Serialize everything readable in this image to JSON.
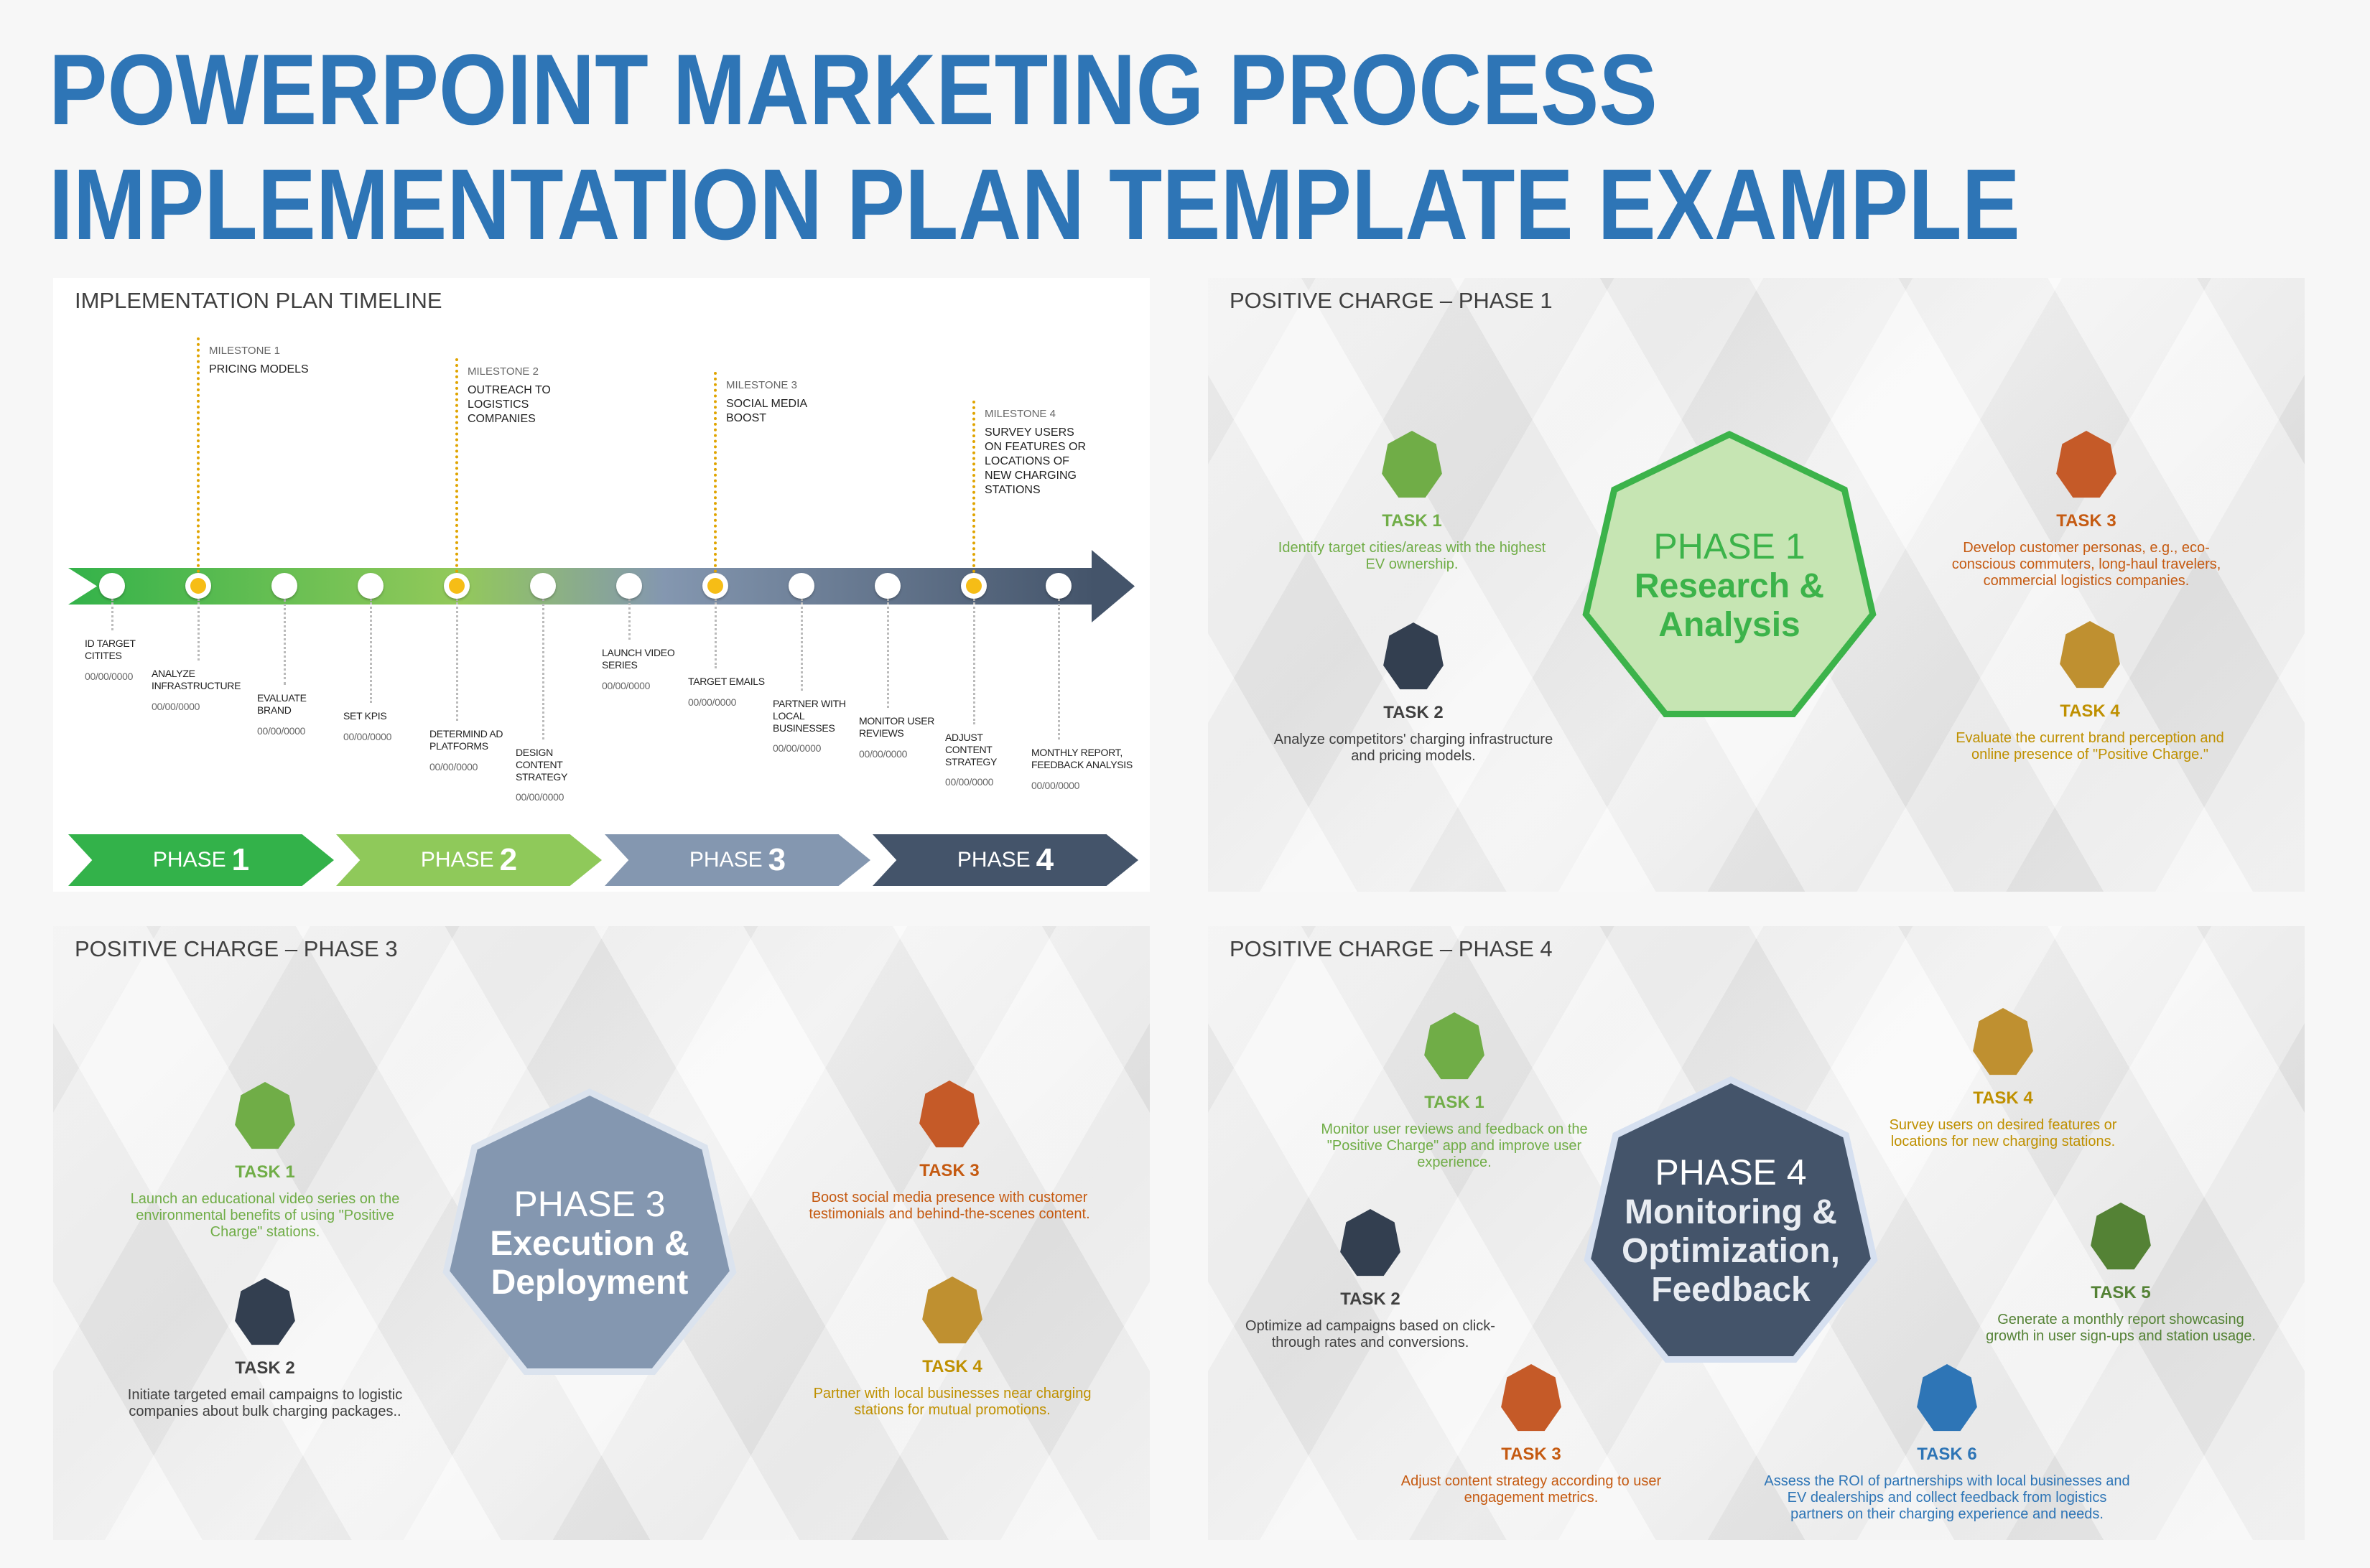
{
  "title": {
    "line1": "POWERPOINT MARKETING PROCESS",
    "line2": "IMPLEMENTATION PLAN TEMPLATE EXAMPLE"
  },
  "timeline": {
    "title": "IMPLEMENTATION PLAN TIMELINE",
    "milestones": [
      {
        "heading": "MILESTONE 1",
        "text": "PRICING MODELS"
      },
      {
        "heading": "MILESTONE 2",
        "text": "OUTREACH TO LOGISTICS COMPANIES"
      },
      {
        "heading": "MILESTONE 3",
        "text": "SOCIAL MEDIA BOOST"
      },
      {
        "heading": "MILESTONE 4",
        "text": "SURVEY USERS ON FEATURES OR LOCATIONS OF NEW CHARGING STATIONS"
      }
    ],
    "items": [
      {
        "label": "ID TARGET CITITES",
        "date": "00/00/0000"
      },
      {
        "label": "ANALYZE INFRASTRUCTURE",
        "date": "00/00/0000"
      },
      {
        "label": "EVALUATE BRAND",
        "date": "00/00/0000"
      },
      {
        "label": "SET KPIS",
        "date": "00/00/0000"
      },
      {
        "label": "DETERMIND AD PLATFORMS",
        "date": "00/00/0000"
      },
      {
        "label": "DESIGN CONTENT STRATEGY",
        "date": "00/00/0000"
      },
      {
        "label": "LAUNCH VIDEO SERIES",
        "date": "00/00/0000"
      },
      {
        "label": "TARGET EMAILS",
        "date": "00/00/0000"
      },
      {
        "label": "PARTNER WITH LOCAL BUSINESSES",
        "date": "00/00/0000"
      },
      {
        "label": "MONITOR USER REVIEWS",
        "date": "00/00/0000"
      },
      {
        "label": "ADJUST CONTENT STRATEGY",
        "date": "00/00/0000"
      },
      {
        "label": "MONTHLY REPORT, FEEDBACK ANALYSIS",
        "date": "00/00/0000"
      }
    ],
    "phases": [
      {
        "word": "PHASE",
        "num": "1",
        "color": "#33b24a"
      },
      {
        "word": "PHASE",
        "num": "2",
        "color": "#8fc95a"
      },
      {
        "word": "PHASE",
        "num": "3",
        "color": "#8497b0"
      },
      {
        "word": "PHASE",
        "num": "4",
        "color": "#44546a"
      }
    ]
  },
  "phase1": {
    "title": "POSITIVE CHARGE – PHASE 1",
    "phase": "PHASE 1",
    "name": "Research & Analysis",
    "tasks": [
      {
        "label": "TASK 1",
        "desc": "Identify target cities/areas with the highest EV ownership.",
        "color": "#70ad47",
        "text_color": "#70ad47"
      },
      {
        "label": "TASK 2",
        "desc": "Analyze competitors' charging infrastructure and pricing models.",
        "color": "#333f50",
        "text_color": "#404040"
      },
      {
        "label": "TASK 3",
        "desc": "Develop customer personas, e.g., eco-conscious commuters, long-haul travelers, commercial logistics companies.",
        "color": "#c55a28",
        "text_color": "#c55a11"
      },
      {
        "label": "TASK 4",
        "desc": "Evaluate the current brand perception and online presence of \"Positive Charge.\"",
        "color": "#bf9030",
        "text_color": "#bf9000"
      }
    ]
  },
  "phase3": {
    "title": "POSITIVE CHARGE – PHASE 3",
    "phase": "PHASE 3",
    "name": "Execution & Deployment",
    "tasks": [
      {
        "label": "TASK 1",
        "desc": "Launch an educational video series on the environmental benefits of using \"Positive Charge\" stations.",
        "color": "#70ad47",
        "text_color": "#70ad47"
      },
      {
        "label": "TASK 2",
        "desc": "Initiate targeted email campaigns to logistic companies about bulk charging packages..",
        "color": "#333f50",
        "text_color": "#404040"
      },
      {
        "label": "TASK 3",
        "desc": "Boost social media presence with customer testimonials and behind-the-scenes content.",
        "color": "#c55a28",
        "text_color": "#c55a11"
      },
      {
        "label": "TASK 4",
        "desc": "Partner with local businesses near charging stations for mutual promotions.",
        "color": "#bf9030",
        "text_color": "#bf9000"
      }
    ]
  },
  "phase4": {
    "title": "POSITIVE CHARGE – PHASE 4",
    "phase": "PHASE 4",
    "name": "Monitoring & Optimization, Feedback",
    "tasks": [
      {
        "label": "TASK 1",
        "desc": "Monitor user reviews and feedback on the \"Positive Charge\" app and improve user experience.",
        "color": "#70ad47",
        "text_color": "#70ad47"
      },
      {
        "label": "TASK 2",
        "desc": "Optimize ad campaigns based on click-through rates and conversions.",
        "color": "#333f50",
        "text_color": "#404040"
      },
      {
        "label": "TASK 3",
        "desc": "Adjust content strategy according to user engagement metrics.",
        "color": "#c55a28",
        "text_color": "#c55a11"
      },
      {
        "label": "TASK 4",
        "desc": "Survey users on desired features or locations for new charging stations.",
        "color": "#bf9030",
        "text_color": "#bf9000"
      },
      {
        "label": "TASK 5",
        "desc": "Generate a monthly report showcasing growth in user sign-ups and station usage.",
        "color": "#548235",
        "text_color": "#548235"
      },
      {
        "label": "TASK 6",
        "desc": "Assess the ROI of partnerships with local businesses and EV dealerships and collect feedback from logistics partners on their charging experience and needs.",
        "color": "#2e75b6",
        "text_color": "#2e75b6"
      }
    ]
  }
}
